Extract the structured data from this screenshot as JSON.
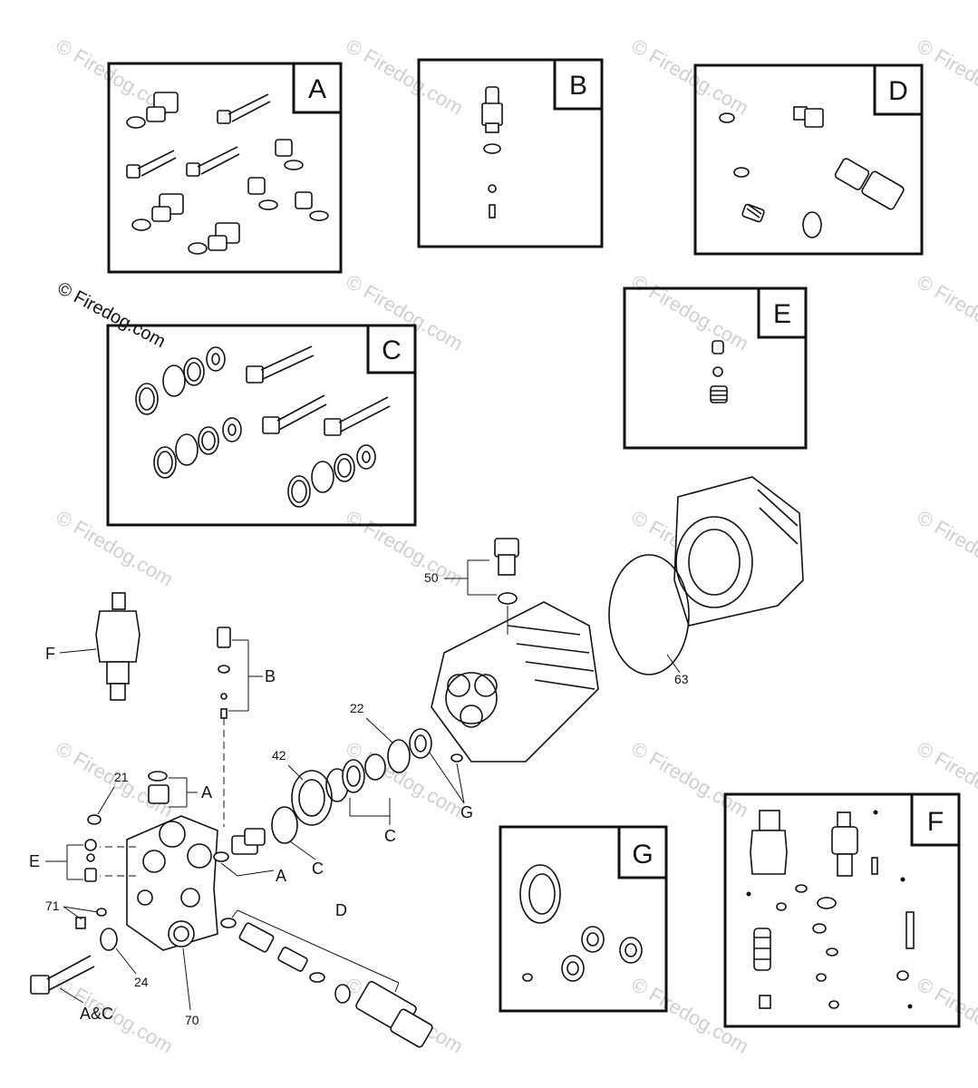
{
  "watermark": {
    "text": "© Firedog.com",
    "copyright_text": "© Firedog.com"
  },
  "kits": {
    "A": "A",
    "B": "B",
    "C": "C",
    "D": "D",
    "E": "E",
    "F": "F",
    "G": "G"
  },
  "callouts": {
    "c50": "50",
    "c63": "63",
    "cF": "F",
    "cB": "B",
    "c22": "22",
    "c42": "42",
    "c21": "21",
    "cA1": "A",
    "cG": "G",
    "cC1": "C",
    "cE": "E",
    "cA2": "A",
    "cC2": "C",
    "c71": "71",
    "cD": "D",
    "c24": "24",
    "cAC": "A&C",
    "c70": "70"
  },
  "colors": {
    "ink": "#111111",
    "watermark": "#cfcfcf",
    "background": "#ffffff"
  }
}
